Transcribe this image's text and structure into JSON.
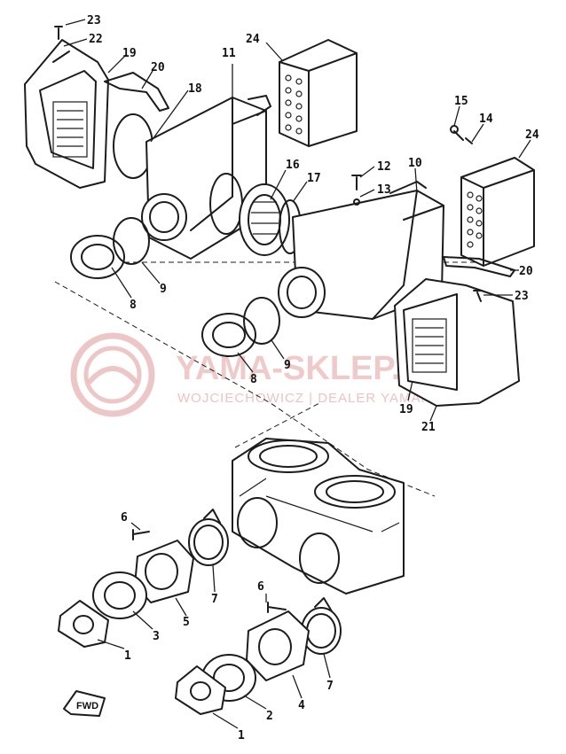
{
  "watermark": {
    "brand": "YAMA-SKLEP.PL",
    "tagline": "WOJCIECHOWICZ | DEALER YAMAHA",
    "color": "#e9b9b9"
  },
  "direction_marker": "FWD",
  "part_numbers": [
    "1",
    "2",
    "3",
    "4",
    "5",
    "6",
    "7",
    "8",
    "9",
    "10",
    "11",
    "12",
    "13",
    "14",
    "15",
    "16",
    "17",
    "18",
    "19",
    "20",
    "21",
    "22",
    "23",
    "24"
  ]
}
